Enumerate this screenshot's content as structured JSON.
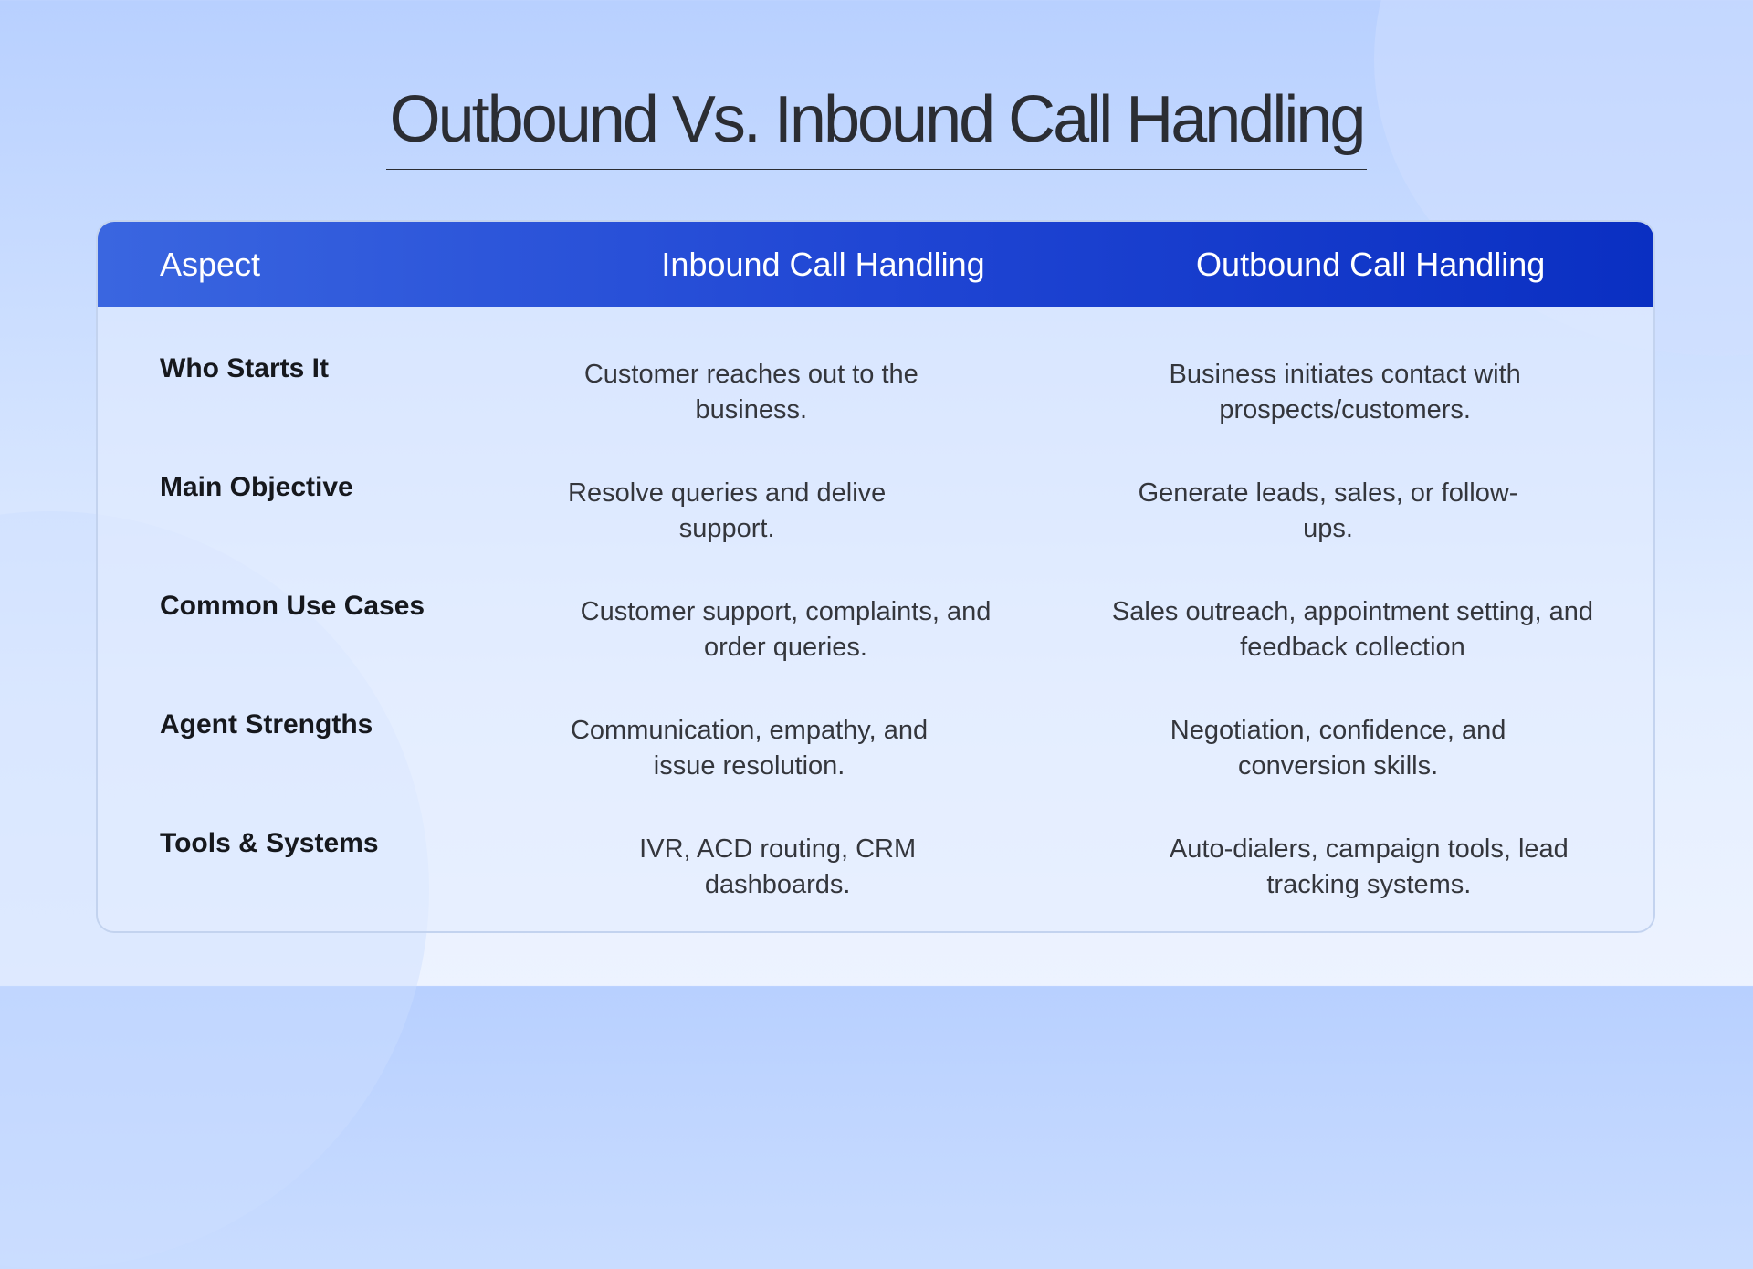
{
  "slide": {
    "title": "Outbound Vs. Inbound Call Handling",
    "colors": {
      "header_start": "#3a66e0",
      "header_end": "#0a2fc2",
      "title_text": "#2b2d33",
      "body_text": "#34363c"
    }
  },
  "table": {
    "headers": [
      "Aspect",
      "Inbound Call Handling",
      "Outbound Call Handling"
    ],
    "rows": [
      {
        "aspect": "Who Starts It",
        "inbound": "Customer reaches out to the business.",
        "outbound": "Business initiates contact with prospects/customers."
      },
      {
        "aspect": "Main Objective",
        "inbound": "Resolve queries and delive support.",
        "outbound": "Generate leads, sales, or follow-ups."
      },
      {
        "aspect": "Common Use Cases",
        "inbound": "Customer support, complaints, and order queries.",
        "outbound": "Sales outreach, appointment setting, and feedback collection"
      },
      {
        "aspect": "Agent Strengths",
        "inbound": "Communication, empathy, and issue resolution.",
        "outbound": "Negotiation, confidence, and conversion skills."
      },
      {
        "aspect": "Tools & Systems",
        "inbound": "IVR, ACD routing, CRM dashboards.",
        "outbound": "Auto-dialers, campaign tools, lead tracking systems."
      }
    ]
  }
}
